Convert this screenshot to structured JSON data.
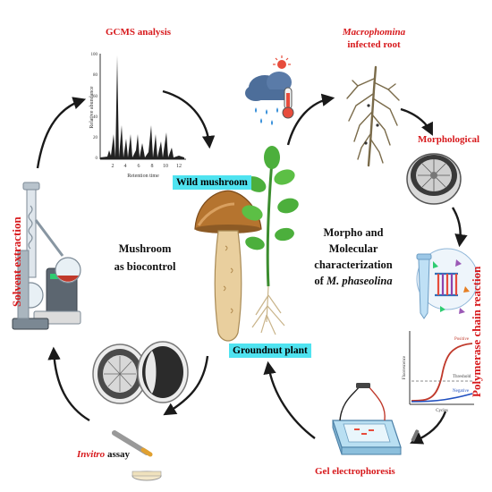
{
  "labels": {
    "gcms": "GCMS analysis",
    "gcms_ylabel": "Relative abundance",
    "gcms_xlabel": "Retention time",
    "gcms_xticks": [
      "2",
      "4",
      "6",
      "8",
      "10",
      "12"
    ],
    "gcms_yticks": [
      "100",
      "80",
      "60",
      "40",
      "20",
      "0"
    ],
    "macrophomina_1": "Macrophomina",
    "macrophomina_2": "infected root",
    "morphological": "Morphological",
    "pcr": "Polymerase chain reaction",
    "gel": "Gel electrophoresis",
    "invitro_italic": "Invitro",
    "invitro_rest": " assay",
    "solvent": "Solvent extraction",
    "wild_mushroom": "Wild mushroom",
    "groundnut": "Groundnut plant",
    "mushroom_bio_1": "Mushroom",
    "mushroom_bio_2": "as biocontrol",
    "morpho_1": "Morpho and",
    "morpho_2": "Molecular",
    "morpho_3": "characterization",
    "morpho_4_prefix": "of ",
    "morpho_4_italic": "M. phaseolina",
    "pcr_positive": "Positive",
    "pcr_threshold": "Threshold",
    "pcr_negative": "Negative",
    "pcr_xlabel": "Cycles",
    "pcr_ylabel": "Fluorescence"
  },
  "icons": {
    "weather": "rain-cloud-thermometer-icon",
    "root": "infected-root-icon",
    "petri_morph": "petri-dish-icon",
    "pcr_tube": "pcr-tube-icon",
    "gel_box": "gel-electrophoresis-icon",
    "invitro_plates": "dual-culture-plates-icon",
    "rotavap": "rotary-evaporator-icon",
    "mushroom": "mushroom-icon",
    "plant": "groundnut-plant-icon"
  },
  "colors": {
    "red_label": "#d7191c",
    "cyan_tag": "#4fe3f0",
    "arrow": "#1a1a1a",
    "pcr_positive": "#c0392b",
    "pcr_negative": "#1f4fbf"
  }
}
